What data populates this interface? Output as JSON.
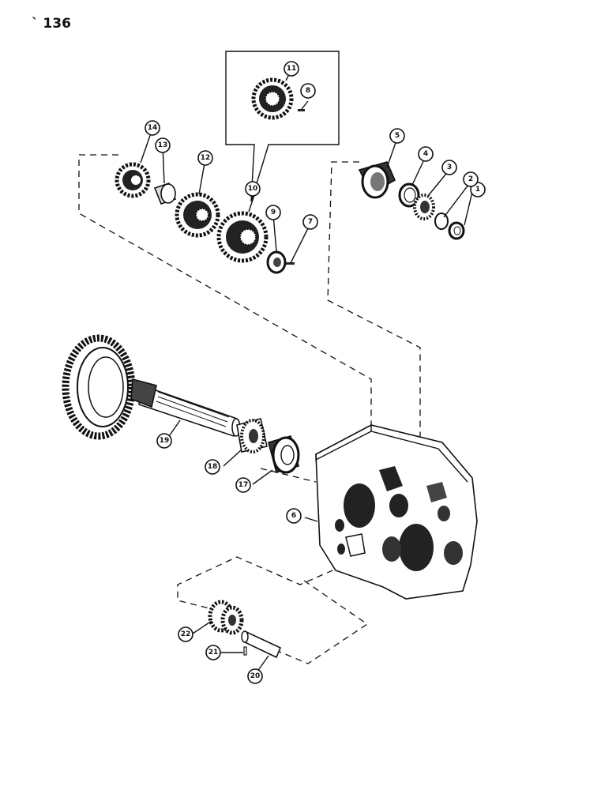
{
  "page_number": "136",
  "callouts": [
    {
      "id": "c1",
      "label": "1"
    },
    {
      "id": "c2",
      "label": "2"
    },
    {
      "id": "c3",
      "label": "3"
    },
    {
      "id": "c4",
      "label": "4"
    },
    {
      "id": "c5",
      "label": "5"
    },
    {
      "id": "c6",
      "label": "6"
    },
    {
      "id": "c7",
      "label": "7"
    },
    {
      "id": "c8",
      "label": "8"
    },
    {
      "id": "c9",
      "label": "9"
    },
    {
      "id": "c10",
      "label": "10"
    },
    {
      "id": "c11",
      "label": "11"
    },
    {
      "id": "c12",
      "label": "12"
    },
    {
      "id": "c13",
      "label": "13"
    },
    {
      "id": "c14",
      "label": "14"
    },
    {
      "id": "c17",
      "label": "17"
    },
    {
      "id": "c18",
      "label": "18"
    },
    {
      "id": "c19",
      "label": "19"
    },
    {
      "id": "c20",
      "label": "20"
    },
    {
      "id": "c21",
      "label": "21"
    },
    {
      "id": "c22",
      "label": "22"
    }
  ]
}
